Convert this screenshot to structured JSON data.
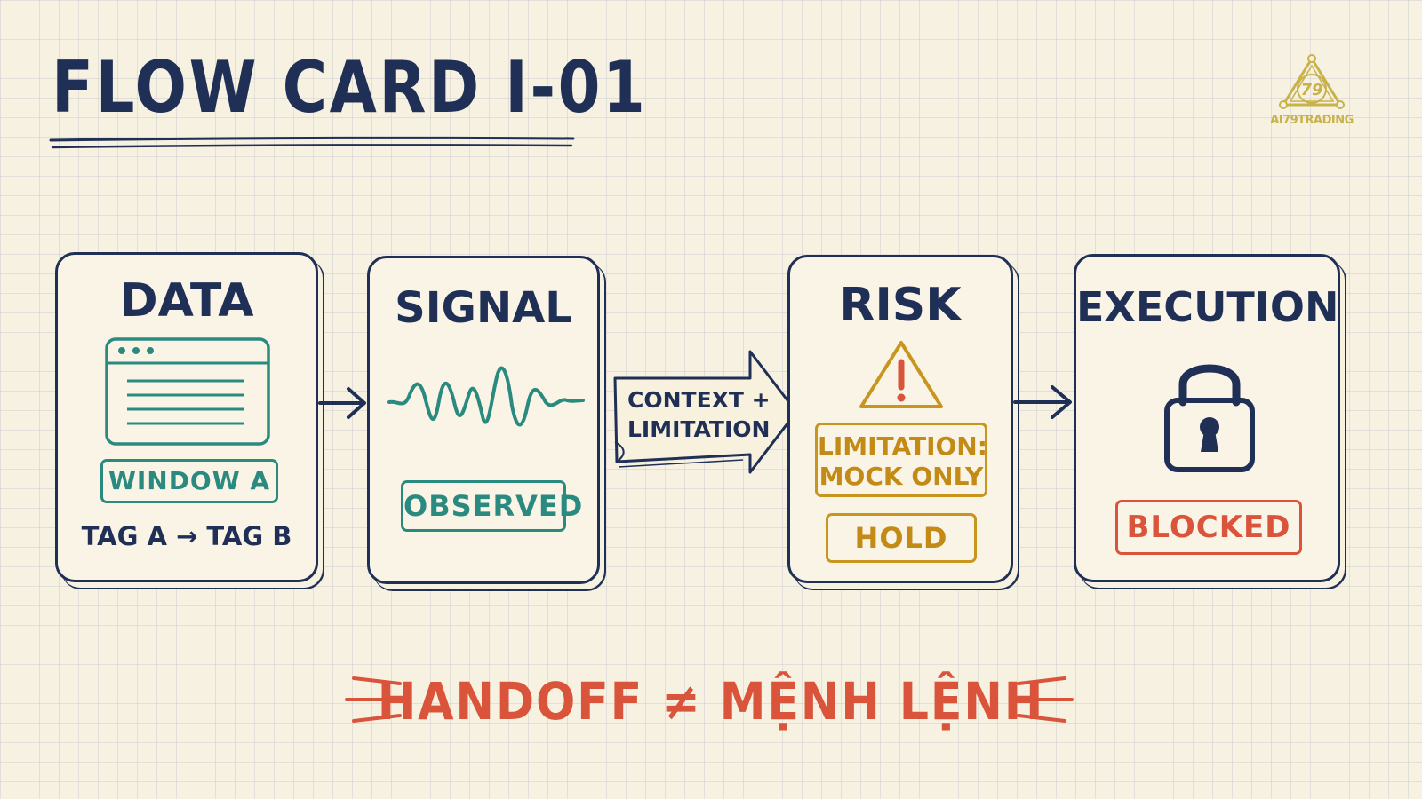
{
  "header": {
    "title": "FLOW CARD I-01"
  },
  "logo": {
    "text": "AI79TRADING",
    "mark": "79"
  },
  "cards": {
    "data": {
      "title": "DATA",
      "tag": "WINDOW A",
      "note": "TAG A → TAG B"
    },
    "signal": {
      "title": "SIGNAL",
      "tag": "OBSERVED"
    },
    "risk": {
      "title": "RISK",
      "limitation_line1": "LIMITATION:",
      "limitation_line2": "MOCK ONLY",
      "tag": "HOLD"
    },
    "execution": {
      "title": "EXECUTION",
      "tag": "BLOCKED"
    }
  },
  "handoff": {
    "line1": "CONTEXT +",
    "line2": "LIMITATION"
  },
  "footer": {
    "motto": "HANDOFF ≠ MỆNH LỆNH"
  },
  "icons": [
    "browser-window-icon",
    "waveform-icon",
    "warning-triangle-icon",
    "padlock-icon",
    "right-arrow-icon"
  ],
  "colors": {
    "navy": "#1f2f55",
    "teal": "#2b8a80",
    "amber": "#c8951f",
    "red": "#d9543a",
    "gold": "#c8b24a",
    "paper": "#f7f1e1"
  }
}
